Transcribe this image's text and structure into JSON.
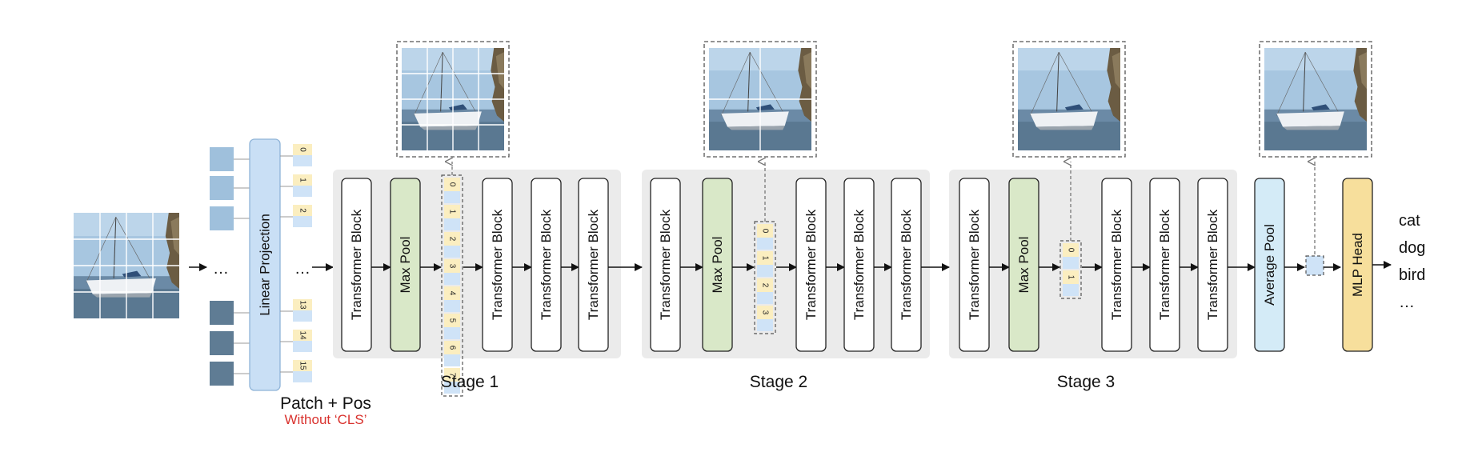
{
  "diagram": {
    "linear_projection": "Linear Projection",
    "ellipsis": "…",
    "patch_pos": "Patch + Pos",
    "without_cls": "Without ‘CLS’",
    "patch_indices_top": [
      "0",
      "1",
      "2"
    ],
    "patch_indices_bottom": [
      "13",
      "14",
      "15"
    ],
    "stage_labels": [
      "Stage 1",
      "Stage 2",
      "Stage 3"
    ],
    "transformer_block": "Transformer Block",
    "max_pool": "Max Pool",
    "average_pool": "Average Pool",
    "mlp_head": "MLP Head",
    "tokens_stage1": [
      "0",
      "1",
      "2",
      "3",
      "4",
      "5",
      "6",
      "7"
    ],
    "tokens_stage2": [
      "0",
      "1",
      "2",
      "3"
    ],
    "tokens_stage3": [
      "0",
      "1"
    ],
    "outputs": [
      "cat",
      "dog",
      "bird",
      "…"
    ],
    "colors": {
      "maxpool_fill": "#d9e8c8",
      "avgpool_fill": "#d4ebf7",
      "mlp_fill": "#f7df9c",
      "linproj_fill": "#c9dff5",
      "stage_bg": "#ebebeb",
      "token_label_bg": "#fbeec0",
      "token_blue": "#cfe3f7",
      "without_cls_red": "#d9322e"
    },
    "icons": [
      "boat-image-icon",
      "arrow-right-icon",
      "dashed-arrow-up-icon"
    ]
  }
}
